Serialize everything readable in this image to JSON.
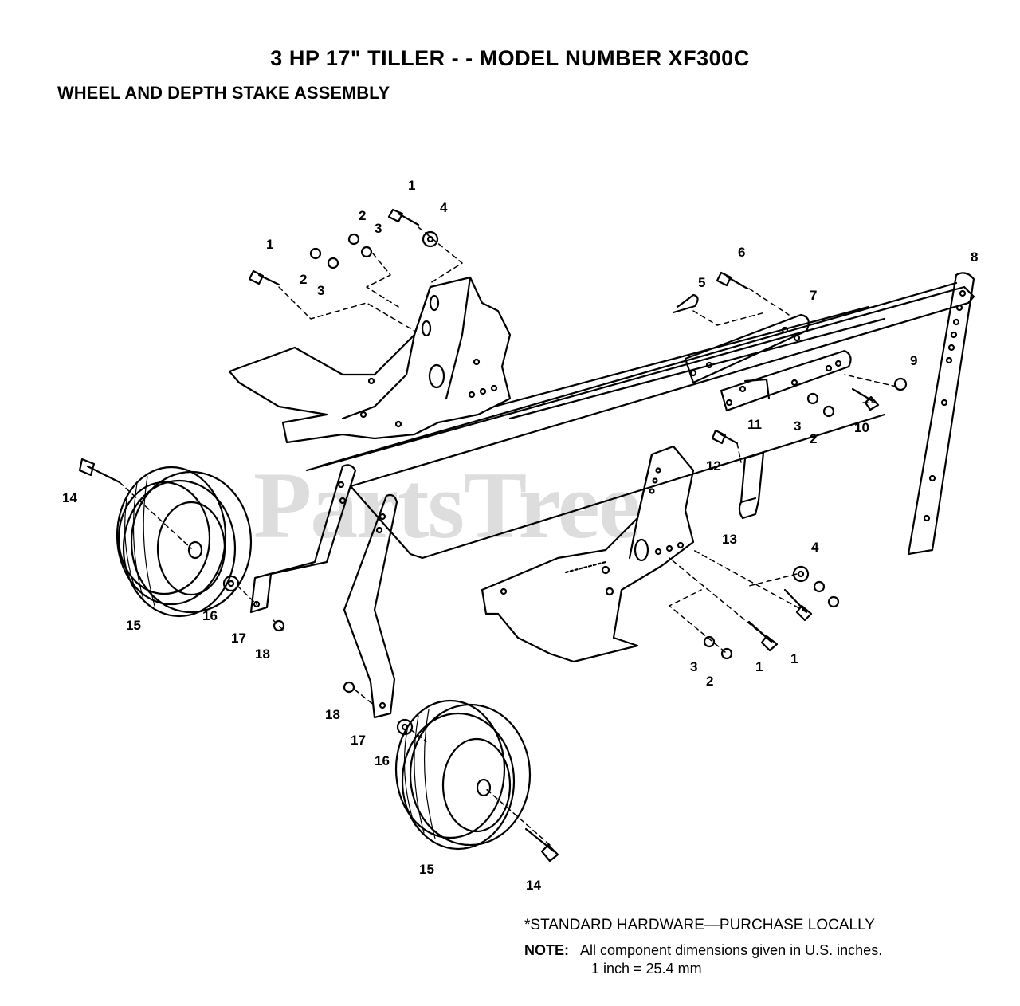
{
  "header": {
    "title": "3 HP 17\" TILLER - - MODEL NUMBER XF300C",
    "subtitle": "WHEEL AND DEPTH STAKE ASSEMBLY"
  },
  "watermark": "PartsTree",
  "callouts": [
    "1",
    "1",
    "1",
    "1",
    "2",
    "2",
    "2",
    "2",
    "3",
    "3",
    "3",
    "3",
    "4",
    "4",
    "5",
    "6",
    "7",
    "8",
    "9",
    "10",
    "11",
    "12",
    "13",
    "14",
    "14",
    "15",
    "15",
    "16",
    "16",
    "17",
    "17",
    "18",
    "18"
  ],
  "footer": {
    "standard_hardware": "*STANDARD HARDWARE—PURCHASE LOCALLY",
    "note_label": "NOTE:",
    "note_text": "All component dimensions given in U.S. inches.",
    "conversion": "1 inch = 25.4 mm"
  }
}
